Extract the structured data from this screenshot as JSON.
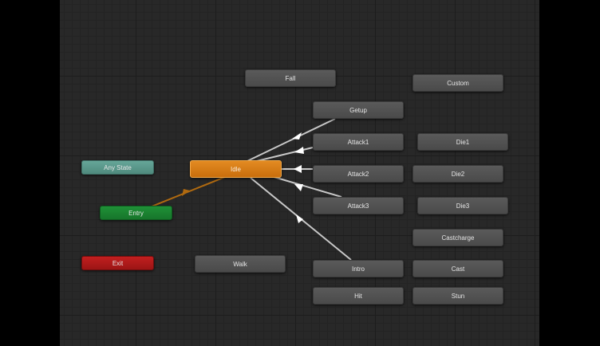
{
  "states": {
    "fall": "Fall",
    "custom": "Custom",
    "getup": "Getup",
    "attack1": "Attack1",
    "die1": "Die1",
    "any_state": "Any State",
    "idle": "Idle",
    "attack2": "Attack2",
    "die2": "Die2",
    "entry": "Entry",
    "attack3": "Attack3",
    "die3": "Die3",
    "castcharge": "Castcharge",
    "exit": "Exit",
    "walk": "Walk",
    "intro": "Intro",
    "cast": "Cast",
    "hit": "Hit",
    "stun": "Stun"
  },
  "colors": {
    "default_state": "#d97b15",
    "any_state": "#5c9a8d",
    "entry": "#1b8431",
    "exit": "#b01a1a",
    "transition": "#c8c8c8",
    "entry_transition": "#b06a10"
  }
}
